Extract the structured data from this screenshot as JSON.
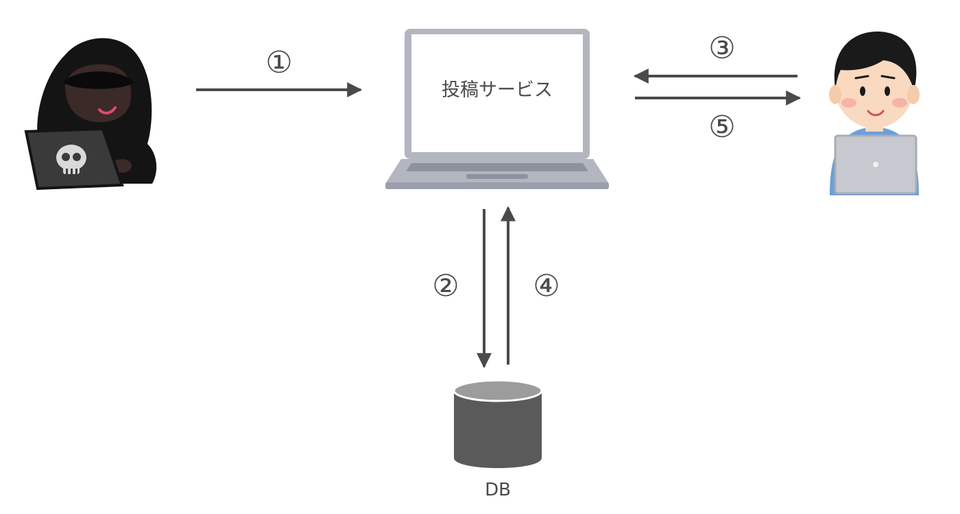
{
  "diagram": {
    "service_label": "投稿サービス",
    "db_label": "DB",
    "steps": {
      "s1": "①",
      "s2": "②",
      "s3": "③",
      "s4": "④",
      "s5": "⑤"
    }
  },
  "colors": {
    "arrow": "#4a4a4a",
    "laptop_frame": "#b3b6bf",
    "db_body": "#5a5a5a",
    "db_top": "#9c9c9c",
    "hacker_hood": "#141414",
    "user_shirt": "#6aa0dc"
  },
  "icons": {
    "attacker": "hacker-icon",
    "user": "user-icon",
    "service": "laptop-icon",
    "database": "database-icon"
  }
}
